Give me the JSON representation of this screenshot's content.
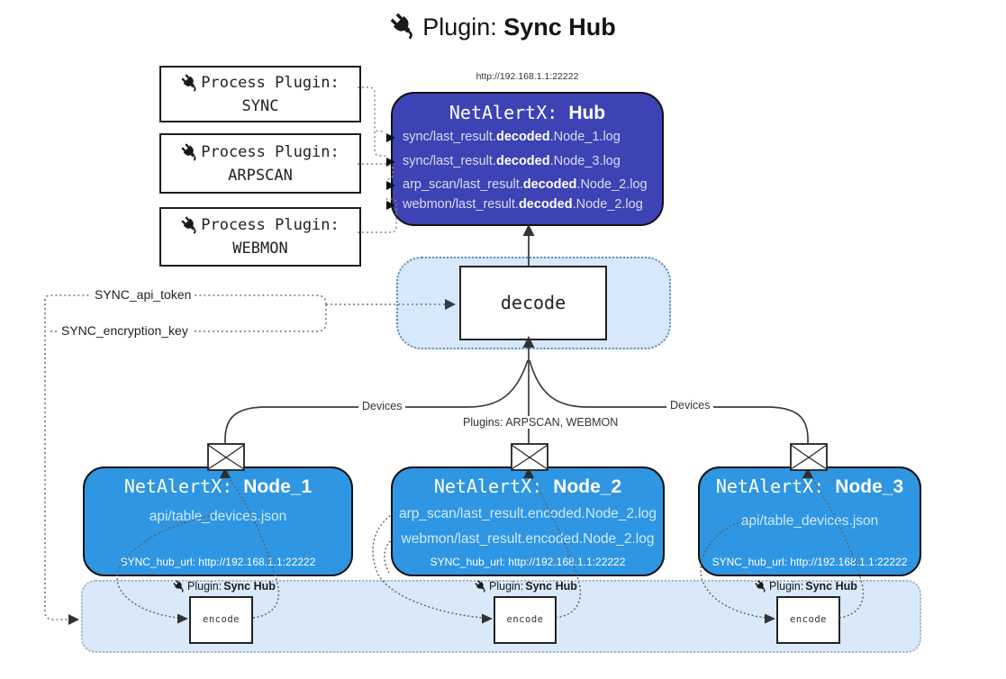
{
  "title": {
    "prefix": "Plugin: ",
    "bold": "Sync Hub"
  },
  "process_plugins": [
    {
      "line1": "Process Plugin:",
      "name": "SYNC"
    },
    {
      "line1": "Process Plugin:",
      "name": "ARPSCAN"
    },
    {
      "line1": "Process Plugin:",
      "name": "WEBMON"
    }
  ],
  "hub": {
    "url": "http://192.168.1.1:22222",
    "title_prefix": "NetAlertX: ",
    "title_bold": "Hub",
    "logs": [
      {
        "pre": "sync/last_result.",
        "bold": "decoded",
        "post": ".Node_1.log"
      },
      {
        "pre": "sync/last_result.",
        "bold": "decoded",
        "post": ".Node_3.log"
      },
      {
        "pre": "arp_scan/last_result.",
        "bold": "decoded",
        "post": ".Node_2.log"
      },
      {
        "pre": "webmon/last_result.",
        "bold": "decoded",
        "post": ".Node_2.log"
      }
    ]
  },
  "decode": {
    "label": "decode"
  },
  "tokens": {
    "api_token": "SYNC_api_token",
    "encryption_key": "SYNC_encryption_key"
  },
  "edges": {
    "devices": "Devices",
    "plugins": "Plugins: ARPSCAN, WEBMON"
  },
  "nodes": [
    {
      "title_prefix": "NetAlertX: ",
      "title_bold": "Node_1",
      "files": [
        "api/table_devices.json"
      ],
      "hub_url": "SYNC_hub_url: http://192.168.1.1:22222"
    },
    {
      "title_prefix": "NetAlertX: ",
      "title_bold": "Node_2",
      "files": [
        "arp_scan/last_result.encoded.Node_2.log",
        "webmon/last_result.encoded.Node_2.log"
      ],
      "hub_url": "SYNC_hub_url: http://192.168.1.1:22222"
    },
    {
      "title_prefix": "NetAlertX: ",
      "title_bold": "Node_3",
      "files": [
        "api/table_devices.json"
      ],
      "hub_url": "SYNC_hub_url: http://192.168.1.1:22222"
    }
  ],
  "band": {
    "plugin_prefix": "Plugin: ",
    "plugin_bold": "Sync Hub",
    "encode_label": "encode"
  },
  "colors": {
    "hub_fill": "#3D43B4",
    "node_fill": "#2E96E2",
    "decode_band_fill": "#D6E8FA",
    "encode_band_fill": "#D9E9FA",
    "box_border": "#111111",
    "arrow": "#3d3d3d",
    "dotted": "#777777"
  }
}
